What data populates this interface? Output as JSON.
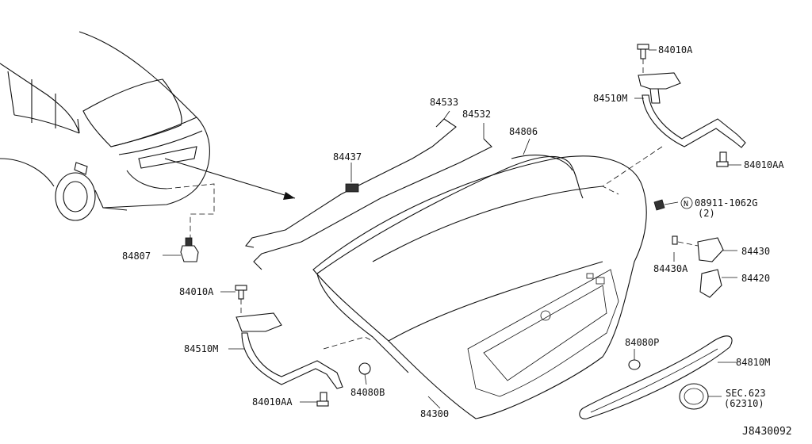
{
  "diagram": {
    "diagram_id": "J8430092",
    "callouts": {
      "c84010A_top": "84010A",
      "c84510M_top": "84510M",
      "c84010AA_top": "84010AA",
      "c84533": "84533",
      "c84532": "84532",
      "c84806": "84806",
      "c84437": "84437",
      "c08911": "08911-1062G",
      "c08911_qty": "(2)",
      "c08911_prefix": "N",
      "c84430": "84430",
      "c84430A": "84430A",
      "c84420": "84420",
      "c84807": "84807",
      "c84010A_left": "84010A",
      "c84510M_left": "84510M",
      "c84010AA_left": "84010AA",
      "c84080B": "84080B",
      "c84300": "84300",
      "c84080P": "84080P",
      "c84810M": "84810M",
      "cSEC623": "SEC.623",
      "cSEC623_sub": "(62310)"
    }
  }
}
